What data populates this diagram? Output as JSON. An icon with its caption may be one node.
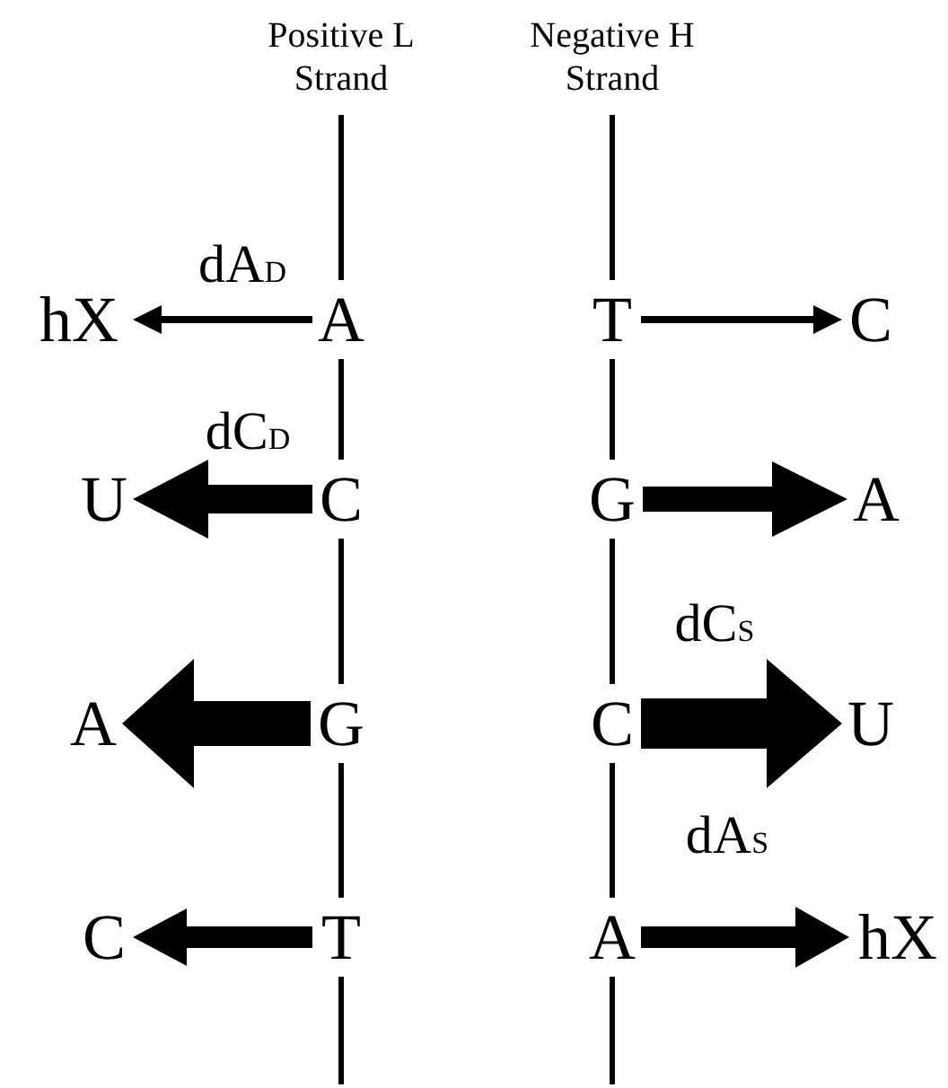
{
  "diagram": {
    "nodes": [
      {
        "text": [
          "hX"
        ]
      },
      {
        "text": [
          "A"
        ]
      },
      {
        "text": [
          "T"
        ]
      },
      {
        "text": [
          "C"
        ]
      },
      {
        "text": [
          "U"
        ]
      },
      {
        "text": [
          "C"
        ]
      },
      {
        "text": [
          "G"
        ]
      },
      {
        "text": [
          "A"
        ]
      },
      {
        "text": [
          "A"
        ]
      },
      {
        "text": [
          "G"
        ]
      },
      {
        "text": [
          "C"
        ]
      },
      {
        "text": [
          "U"
        ]
      },
      {
        "text": [
          "C"
        ]
      },
      {
        "text": [
          "T"
        ]
      },
      {
        "text": [
          "A"
        ]
      },
      {
        "text": [
          "hX"
        ]
      }
    ],
    "edges": [
      {
        "from": 1,
        "to": 0,
        "arrow": "to",
        "label": "dA$_{D}$"
      },
      {
        "from": 2,
        "to": 3,
        "arrow": "to"
      },
      {
        "from": 5,
        "to": 4,
        "arrow": "to",
        "label": "dC$_{D}$",
        "style": "thick"
      },
      {
        "from": 6,
        "to": 7,
        "arrow": "to",
        "style": "thick"
      },
      {
        "from": 9,
        "to": 8,
        "arrow": "to",
        "style": "thick"
      },
      {
        "from": 10,
        "to": 11,
        "arrow": "to",
        "label": "dC$_{S}$",
        "style": "thick"
      },
      {
        "from": 13,
        "to": 12,
        "arrow": "to",
        "style": "thick"
      },
      {
        "from": 14,
        "to": 15,
        "arrow": "to",
        "label": "dA$_{S}$",
        "style": "thick"
      },
      {
        "from": null,
        "to": 1,
        "arrow": "none"
      },
      {
        "from": 1,
        "to": 5,
        "arrow": "none"
      },
      {
        "from": 5,
        "to": 9,
        "arrow": "none"
      },
      {
        "from": 9,
        "to": 13,
        "arrow": "none"
      },
      {
        "from": 13,
        "to": null,
        "arrow": "none"
      },
      {
        "from": null,
        "to": 2,
        "arrow": "none"
      },
      {
        "from": 2,
        "to": 6,
        "arrow": "none"
      },
      {
        "from": 6,
        "to": 10,
        "arrow": "none"
      },
      {
        "from": 10,
        "to": 14,
        "arrow": "none"
      },
      {
        "from": 14,
        "to": null,
        "arrow": "none"
      }
    ],
    "labels": [
      "Positive L Strand",
      "Negative H Strand"
    ]
  }
}
